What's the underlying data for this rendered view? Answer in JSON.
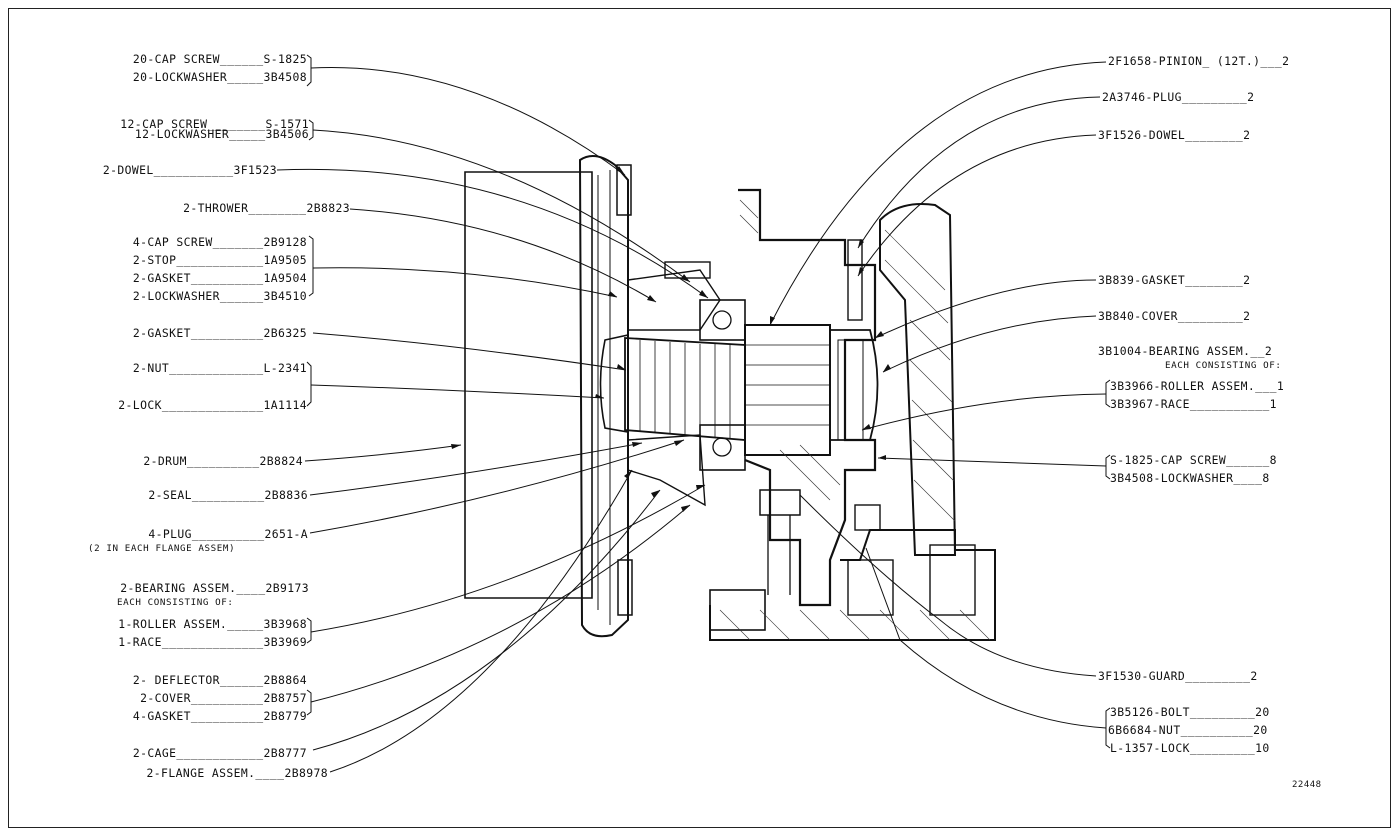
{
  "left_labels": [
    {
      "id": "l1",
      "text": "20-CAP SCREW______S-1825"
    },
    {
      "id": "l2",
      "text": "20-LOCKWASHER_____3B4508"
    },
    {
      "id": "l3",
      "text": "12-CAP SCREW________S-1571"
    },
    {
      "id": "l4",
      "text": "12-LOCKWASHER_____3B4506"
    },
    {
      "id": "l5",
      "text": "2-DOWEL___________3F1523"
    },
    {
      "id": "l6",
      "text": "2-THROWER________2B8823"
    },
    {
      "id": "l7",
      "text": "4-CAP SCREW_______2B9128"
    },
    {
      "id": "l8",
      "text": "2-STOP____________1A9505"
    },
    {
      "id": "l9",
      "text": "2-GASKET__________1A9504"
    },
    {
      "id": "l10",
      "text": "2-LOCKWASHER______3B4510"
    },
    {
      "id": "l11",
      "text": "2-GASKET__________2B6325"
    },
    {
      "id": "l12",
      "text": "2-NUT_____________L-2341"
    },
    {
      "id": "l13",
      "text": "2-LOCK______________1A1114"
    },
    {
      "id": "l14",
      "text": "2-DRUM__________2B8824"
    },
    {
      "id": "l15",
      "text": "2-SEAL__________2B8836"
    },
    {
      "id": "l16",
      "text": "4-PLUG__________2651-A"
    },
    {
      "id": "l17",
      "text": "2-BEARING ASSEM.____2B9173"
    },
    {
      "id": "l18",
      "text": "1-ROLLER ASSEM._____3B3968"
    },
    {
      "id": "l19",
      "text": "1-RACE______________3B3969"
    },
    {
      "id": "l20",
      "text": "2- DEFLECTOR______2B8864"
    },
    {
      "id": "l21",
      "text": "2-COVER__________2B8757"
    },
    {
      "id": "l22",
      "text": "4-GASKET__________2B8779"
    },
    {
      "id": "l23",
      "text": "2-CAGE____________2B8777"
    },
    {
      "id": "l24",
      "text": "2-FLANGE ASSEM.____2B8978"
    }
  ],
  "left_sub": {
    "plug_note": "(2 IN EACH FLANGE ASSEM)",
    "bearing_note": "EACH CONSISTING OF:"
  },
  "right_labels": [
    {
      "id": "r1",
      "text": "2F1658-PINION_ (12T.)___2"
    },
    {
      "id": "r2",
      "text": "2A3746-PLUG_________2"
    },
    {
      "id": "r3",
      "text": "3F1526-DOWEL________2"
    },
    {
      "id": "r4",
      "text": "3B839-GASKET________2"
    },
    {
      "id": "r5",
      "text": "3B840-COVER_________2"
    },
    {
      "id": "r6",
      "text": "3B1004-BEARING ASSEM.__2"
    },
    {
      "id": "r7",
      "text": "3B3966-ROLLER ASSEM.___1"
    },
    {
      "id": "r8",
      "text": "3B3967-RACE___________1"
    },
    {
      "id": "r9",
      "text": "S-1825-CAP SCREW______8"
    },
    {
      "id": "r10",
      "text": "3B4508-LOCKWASHER____8"
    },
    {
      "id": "r11",
      "text": "3F1530-GUARD_________2"
    },
    {
      "id": "r12",
      "text": "3B5126-BOLT_________20"
    },
    {
      "id": "r13",
      "text": "6B6684-NUT__________20"
    },
    {
      "id": "r14",
      "text": "L-1357-LOCK_________10"
    }
  ],
  "right_sub": {
    "bearing_note": "EACH CONSISTING OF:"
  },
  "drawing_number": "22448"
}
